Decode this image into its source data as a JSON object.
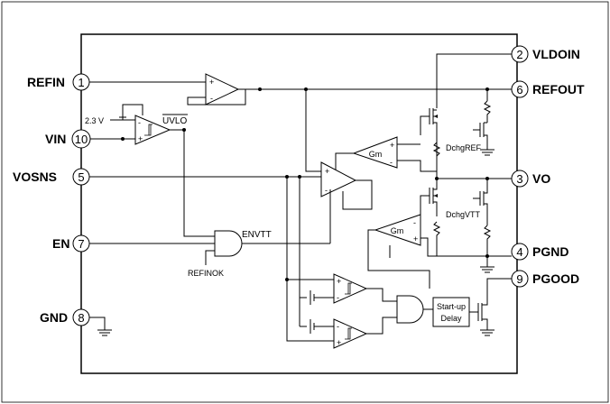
{
  "pins": {
    "refin": {
      "label": "REFIN",
      "number": "1"
    },
    "vldoin": {
      "label": "VLDOIN",
      "number": "2"
    },
    "vo": {
      "label": "VO",
      "number": "3"
    },
    "pgnd": {
      "label": "PGND",
      "number": "4"
    },
    "vosns": {
      "label": "VOSNS",
      "number": "5"
    },
    "refout": {
      "label": "REFOUT",
      "number": "6"
    },
    "en": {
      "label": "EN",
      "number": "7"
    },
    "gnd": {
      "label": "GND",
      "number": "8"
    },
    "pgood": {
      "label": "PGOOD",
      "number": "9"
    },
    "vin": {
      "label": "VIN",
      "number": "10"
    }
  },
  "signals": {
    "uvlo": "UVLO",
    "uvlo_threshold": "2.3 V",
    "envtt": "ENVTT",
    "refinok": "REFINOK",
    "gm_top": "Gm",
    "gm_bottom": "Gm",
    "dchg_ref": "DchgREF",
    "dchg_vtt": "DchgVTT",
    "startup_line1": "Start-up",
    "startup_line2": "Delay"
  },
  "opamp_signs": {
    "plus": "+",
    "minus": "-"
  }
}
